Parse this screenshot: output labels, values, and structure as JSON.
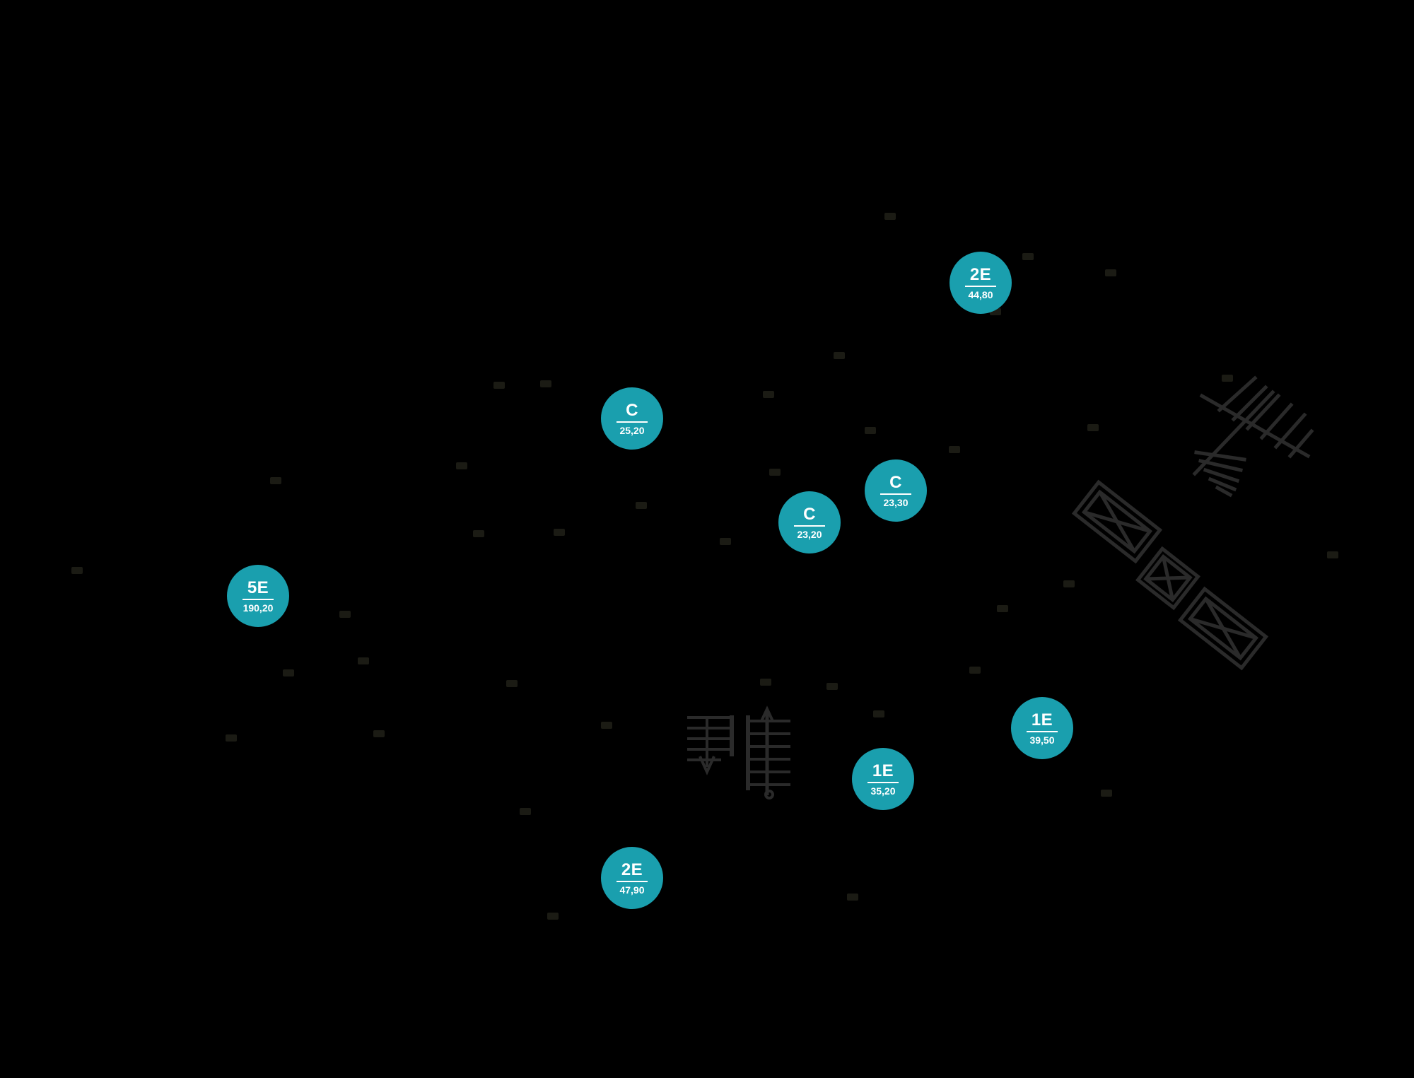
{
  "units": [
    {
      "id": "u1",
      "code": "2E",
      "area": "44,80"
    },
    {
      "id": "u2",
      "code": "C",
      "area": "25,20"
    },
    {
      "id": "u3",
      "code": "C",
      "area": "23,30"
    },
    {
      "id": "u4",
      "code": "C",
      "area": "23,20"
    },
    {
      "id": "u5",
      "code": "5E",
      "area": "190,20"
    },
    {
      "id": "u6",
      "code": "1E",
      "area": "39,50"
    },
    {
      "id": "u7",
      "code": "1E",
      "area": "35,20"
    },
    {
      "id": "u8",
      "code": "2E",
      "area": "47,90"
    }
  ],
  "colors": {
    "background": "#000000",
    "badge": "#1a9fae",
    "badge_text": "#ffffff",
    "drawing": "#2a2a2a"
  },
  "icons": [
    "stair-icon",
    "window-icon",
    "small-label-marker"
  ]
}
